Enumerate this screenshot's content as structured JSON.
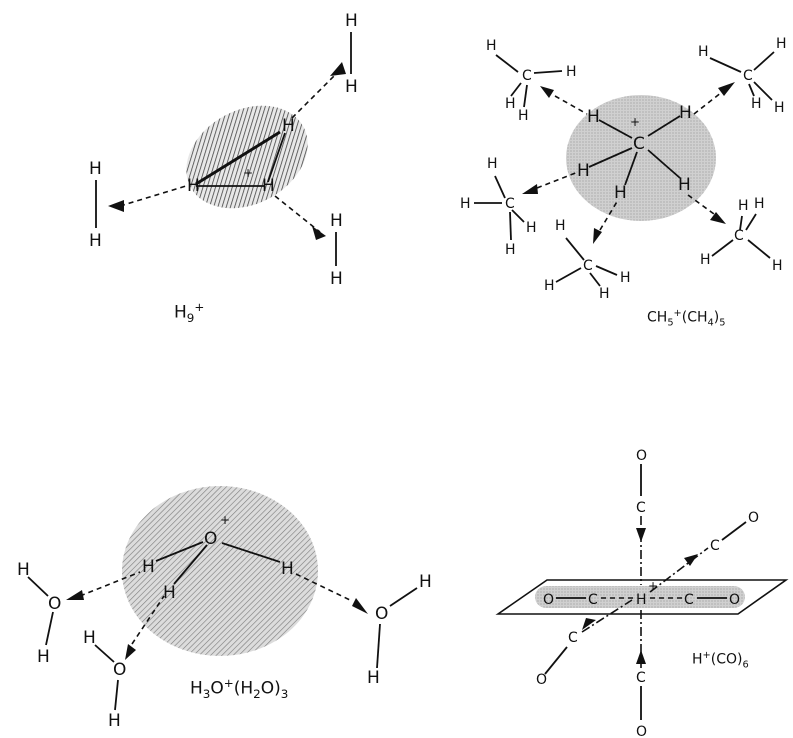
{
  "diagrams": [
    {
      "id": "h9",
      "formula_parts": [
        "H",
        "9",
        "+"
      ],
      "atoms": {
        "core": [
          "H",
          "H",
          "H"
        ],
        "ligands": [
          "H",
          "H",
          "H",
          "H",
          "H",
          "H"
        ]
      }
    },
    {
      "id": "ch5",
      "formula_parts": [
        "CH",
        "5",
        "+",
        "(CH",
        "4",
        ")",
        "5"
      ],
      "atoms": {
        "center": "C",
        "charge": "+"
      }
    },
    {
      "id": "h3o",
      "formula_parts": [
        "H",
        "3",
        "O",
        "+",
        "(H",
        "2",
        "O)",
        "3"
      ],
      "atoms": {
        "center": "O",
        "charge": "+"
      }
    },
    {
      "id": "hco",
      "formula_parts": [
        "H",
        "+",
        "(CO)",
        "6"
      ],
      "atoms": {
        "center": "H",
        "charge": "+"
      }
    }
  ],
  "colors": {
    "ink": "#111111",
    "cloud_hatch": "#555555",
    "cloud_fill": "#d8d8d8"
  }
}
